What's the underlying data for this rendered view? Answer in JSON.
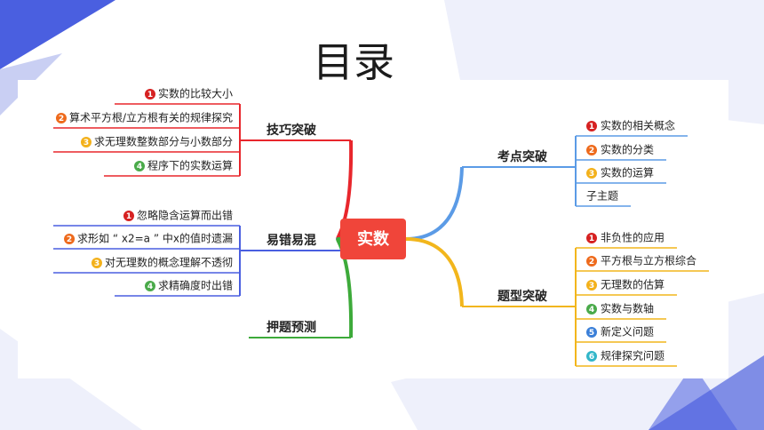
{
  "title": "目录",
  "center": "实数",
  "colors": {
    "red": "#e8262c",
    "blue": "#4a5fe0",
    "green": "#3daa3a",
    "sky": "#5b9be6",
    "amber": "#f2b61c"
  },
  "left_branches": [
    {
      "label": "技巧突破",
      "color": "red",
      "items": [
        {
          "n": "1",
          "text": "实数的比较大小",
          "badge": "#d62121"
        },
        {
          "n": "2",
          "text": "算术平方根/立方根有关的规律探究",
          "badge": "#ee6a1c"
        },
        {
          "n": "3",
          "text": "求无理数整数部分与小数部分",
          "badge": "#f3b11b"
        },
        {
          "n": "4",
          "text": "程序下的实数运算",
          "badge": "#4aaa4a"
        }
      ]
    },
    {
      "label": "易错易混",
      "color": "blue",
      "items": [
        {
          "n": "1",
          "text": "忽略隐含运算而出错",
          "badge": "#d62121"
        },
        {
          "n": "2",
          "text": "求形如 “ x2=a ” 中x的值时遗漏",
          "badge": "#ee6a1c"
        },
        {
          "n": "3",
          "text": "对无理数的概念理解不透彻",
          "badge": "#f3b11b"
        },
        {
          "n": "4",
          "text": "求精确度时出错",
          "badge": "#4aaa4a"
        }
      ]
    },
    {
      "label": "押题预测",
      "color": "green",
      "items": []
    }
  ],
  "right_branches": [
    {
      "label": "考点突破",
      "color": "sky",
      "items": [
        {
          "n": "1",
          "text": "实数的相关概念",
          "badge": "#d62121"
        },
        {
          "n": "2",
          "text": "实数的分类",
          "badge": "#ee6a1c"
        },
        {
          "n": "3",
          "text": "实数的运算",
          "badge": "#f3b11b"
        },
        {
          "n": "",
          "text": "子主题",
          "badge": ""
        }
      ]
    },
    {
      "label": "题型突破",
      "color": "amber",
      "items": [
        {
          "n": "1",
          "text": "非负性的应用",
          "badge": "#d62121"
        },
        {
          "n": "2",
          "text": "平方根与立方根综合",
          "badge": "#ee6a1c"
        },
        {
          "n": "3",
          "text": "无理数的估算",
          "badge": "#f3b11b"
        },
        {
          "n": "4",
          "text": "实数与数轴",
          "badge": "#4aaa4a"
        },
        {
          "n": "5",
          "text": "新定义问题",
          "badge": "#3a7fd8"
        },
        {
          "n": "6",
          "text": "规律探究问题",
          "badge": "#32b6c9"
        }
      ]
    }
  ]
}
